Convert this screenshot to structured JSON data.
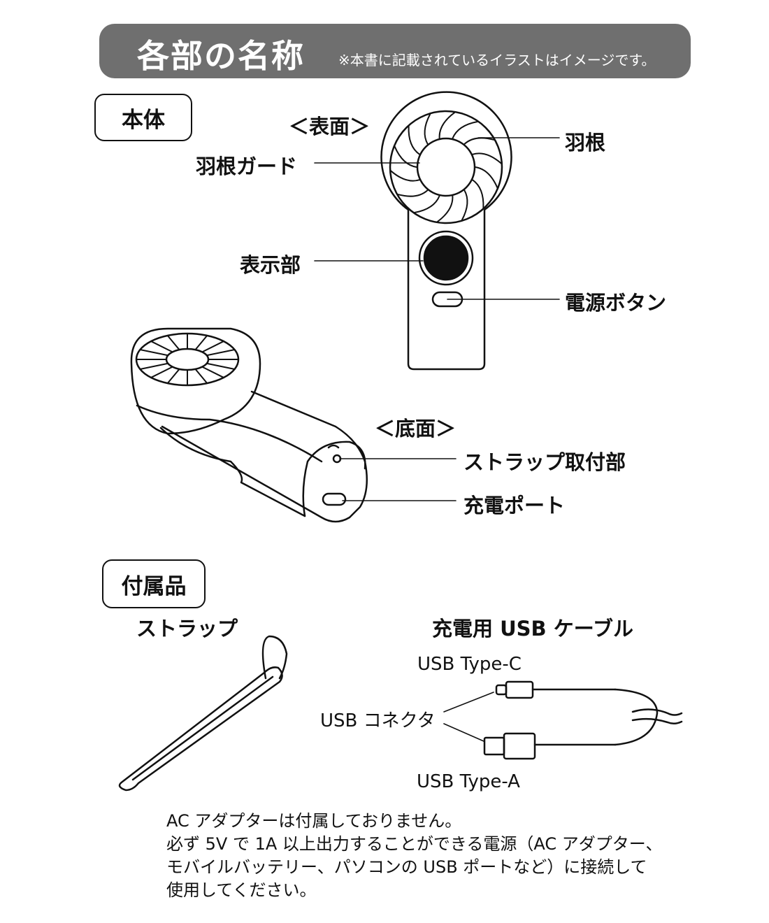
{
  "header": {
    "title": "各部の名称",
    "note": "※本書に記載されているイラストはイメージです。",
    "bar_color": "#6f6f6f"
  },
  "body_section": {
    "title": "本体",
    "front_label": "＜表面＞",
    "bottom_label": "＜底面＞",
    "parts": {
      "blade_guard": "羽根ガード",
      "blade": "羽根",
      "display": "表示部",
      "power_button": "電源ボタン",
      "strap_attachment": "ストラップ取付部",
      "charging_port": "充電ポート"
    }
  },
  "accessories_section": {
    "title": "付属品",
    "strap_label": "ストラップ",
    "cable_label": "充電用 USB ケーブル",
    "usb_type_c": "USB Type-C",
    "usb_connector": "USB コネクタ",
    "usb_type_a": "USB Type-A"
  },
  "notes": [
    "AC アダプターは付属しておりません。",
    "必ず 5V で 1A 以上出力することができる電源（AC アダプター、",
    "モバイルバッテリー、パソコンの USB ポートなど）に接続して",
    "使用してください。"
  ]
}
